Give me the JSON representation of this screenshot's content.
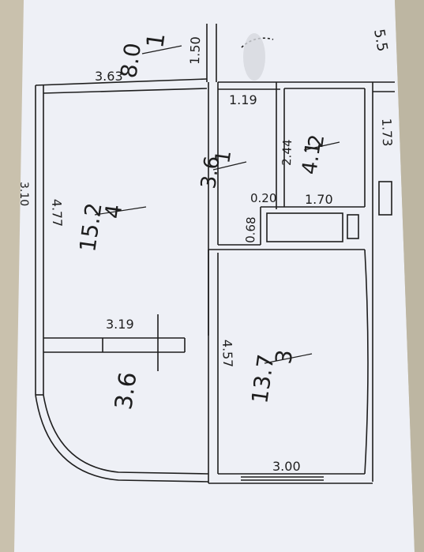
{
  "colors": {
    "background": "#c9c1ad",
    "paper": "#eef0f6",
    "ink": "#1e1e1e"
  },
  "rooms": [
    {
      "number": "1",
      "area": "8.0"
    },
    {
      "number": "1",
      "area": "3.6"
    },
    {
      "number": "2",
      "area": "4.1"
    },
    {
      "number": "4",
      "area": "15.2"
    },
    {
      "number": "3",
      "area": "13.7"
    },
    {
      "area": "3.6"
    }
  ],
  "dimensions": {
    "d_150": "1.50",
    "d_363": "3.63",
    "d_119": "1.19",
    "d_173": "1.73",
    "d_244": "2.44",
    "d_020": "0.20",
    "d_170": "1.70",
    "d_068": "0.68",
    "d_477": "4.77",
    "d_319": "3.19",
    "d_457": "4.57",
    "d_300": "3.00",
    "d_edge": "3.10",
    "d_corner": "5.5"
  }
}
